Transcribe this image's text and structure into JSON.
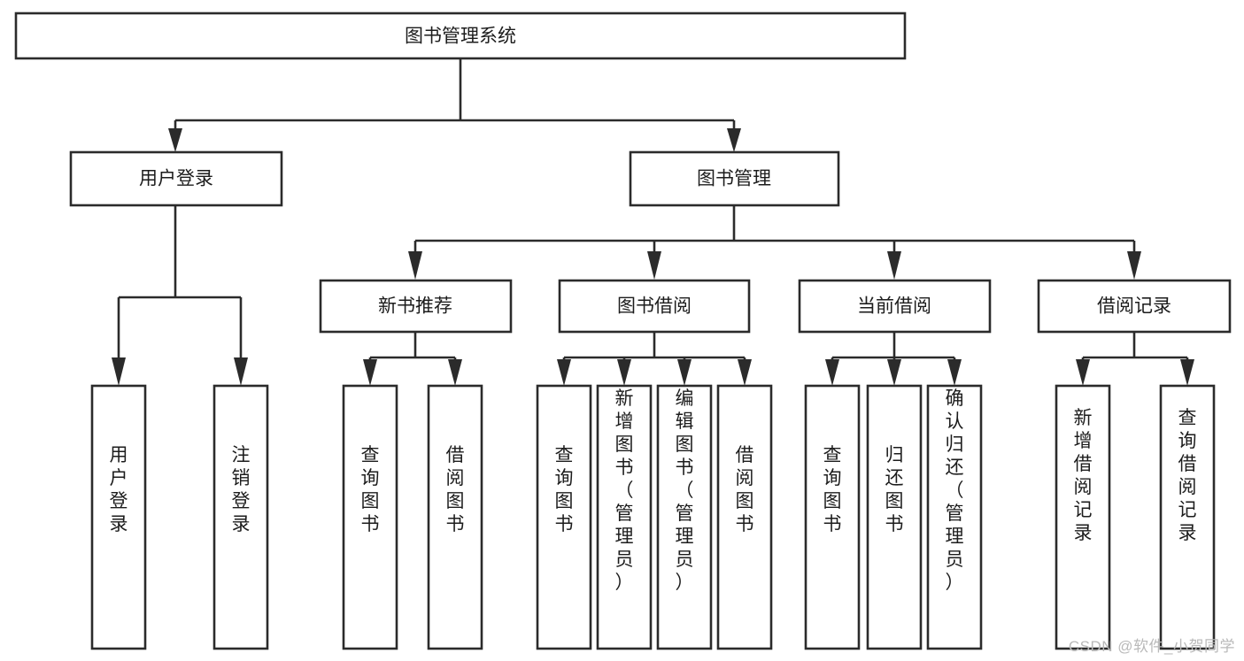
{
  "diagram": {
    "type": "tree-hierarchy",
    "title": "图书管理系统",
    "watermark": "CSDN @软件_小贺同学",
    "colors": {
      "stroke": "#2b2b2b",
      "fill": "#ffffff",
      "text": "#1c1c1c",
      "watermark": "#b9b9b9",
      "background": "#ffffff"
    },
    "levels": [
      {
        "level": 0,
        "nodes": [
          {
            "id": "root",
            "label": "图书管理系统",
            "orientation": "horizontal"
          }
        ]
      },
      {
        "level": 1,
        "nodes": [
          {
            "id": "login",
            "label": "用户登录",
            "orientation": "horizontal",
            "parent": "root"
          },
          {
            "id": "bookmgmt",
            "label": "图书管理",
            "orientation": "horizontal",
            "parent": "root"
          }
        ]
      },
      {
        "level": 2,
        "nodes": [
          {
            "id": "newbook",
            "label": "新书推荐",
            "orientation": "horizontal",
            "parent": "bookmgmt"
          },
          {
            "id": "borrow",
            "label": "图书借阅",
            "orientation": "horizontal",
            "parent": "bookmgmt"
          },
          {
            "id": "current",
            "label": "当前借阅",
            "orientation": "horizontal",
            "parent": "bookmgmt"
          },
          {
            "id": "records",
            "label": "借阅记录",
            "orientation": "horizontal",
            "parent": "bookmgmt"
          }
        ]
      },
      {
        "level": 3,
        "nodes": [
          {
            "id": "leaf-login-1",
            "label": "用户登录",
            "orientation": "vertical",
            "parent": "login"
          },
          {
            "id": "leaf-login-2",
            "label": "注销登录",
            "orientation": "vertical",
            "parent": "login"
          },
          {
            "id": "leaf-newbook-1",
            "label": "查询图书",
            "orientation": "vertical",
            "parent": "newbook"
          },
          {
            "id": "leaf-newbook-2",
            "label": "借阅图书",
            "orientation": "vertical",
            "parent": "newbook"
          },
          {
            "id": "leaf-borrow-1",
            "label": "查询图书",
            "orientation": "vertical",
            "parent": "borrow"
          },
          {
            "id": "leaf-borrow-2",
            "label": "新增图书（管理员）",
            "orientation": "vertical",
            "parent": "borrow"
          },
          {
            "id": "leaf-borrow-3",
            "label": "编辑图书（管理员）",
            "orientation": "vertical",
            "parent": "borrow"
          },
          {
            "id": "leaf-borrow-4",
            "label": "借阅图书",
            "orientation": "vertical",
            "parent": "borrow"
          },
          {
            "id": "leaf-current-1",
            "label": "查询图书",
            "orientation": "vertical",
            "parent": "current"
          },
          {
            "id": "leaf-current-2",
            "label": "归还图书",
            "orientation": "vertical",
            "parent": "current"
          },
          {
            "id": "leaf-current-3",
            "label": "确认归还（管理员）",
            "orientation": "vertical",
            "parent": "current"
          },
          {
            "id": "leaf-records-1",
            "label": "新增借阅记录",
            "orientation": "vertical",
            "parent": "records"
          },
          {
            "id": "leaf-records-2",
            "label": "查询借阅记录",
            "orientation": "vertical",
            "parent": "records"
          }
        ]
      }
    ]
  }
}
